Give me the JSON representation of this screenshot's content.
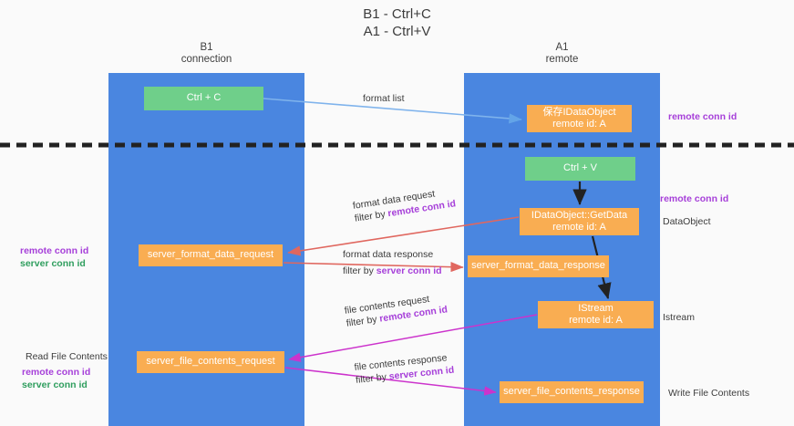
{
  "title": {
    "line1": "B1 - Ctrl+C",
    "line2": "A1 - Ctrl+V"
  },
  "lanes": [
    {
      "id": "b1",
      "name": "B1",
      "role": "connection",
      "color": "#4a86e0"
    },
    {
      "id": "a1",
      "name": "A1",
      "role": "remote",
      "color": "#4a86e0"
    }
  ],
  "colors": {
    "lane": "#4a86e0",
    "green_box": "#6fcf8a",
    "orange_box": "#f9ad52",
    "remote_conn_id": "#a63fd9",
    "server_conn_id": "#2f9e5e",
    "arrow_blue": "#63a4e8",
    "arrow_red": "#e0675f",
    "arrow_black": "#222222",
    "arrow_magenta": "#cc33cc",
    "separator": "#222222"
  },
  "boxes": {
    "ctrl_c": {
      "label": "Ctrl + C",
      "sub": ""
    },
    "ctrl_v": {
      "label": "Ctrl + V",
      "sub": ""
    },
    "idataobject": {
      "label": "保存IDataObject",
      "sub": "remote id: A"
    },
    "getdata": {
      "label": "IDataObject::GetData",
      "sub": "remote id: A"
    },
    "server_format_data_request": {
      "label": "server_format_data_request",
      "sub": ""
    },
    "server_format_data_response": {
      "label": "server_format_data_response",
      "sub": ""
    },
    "istream": {
      "label": "IStream",
      "sub": "remote id: A"
    },
    "server_file_contents_request": {
      "label": "server_file_contents_request",
      "sub": ""
    },
    "server_file_contents_response": {
      "label": "server_file_contents_response",
      "sub": ""
    }
  },
  "edge_labels": {
    "format_list": {
      "text": "format list"
    },
    "format_data_request": {
      "line1": "format data request",
      "filter_prefix": "filter by ",
      "filter_key": "remote conn id"
    },
    "format_data_response": {
      "line1": "format data response",
      "filter_prefix": "filter by ",
      "filter_key": "server conn id"
    },
    "file_contents_request": {
      "line1": "file contents request",
      "filter_prefix": "filter by ",
      "filter_key": "remote conn id"
    },
    "file_contents_response": {
      "line1": "file contents response",
      "filter_prefix": "filter by ",
      "filter_key": "server conn id"
    }
  },
  "annotations": {
    "remote_conn_id_top": "remote conn id",
    "remote_conn_id_mid": "remote conn id",
    "dataobject": "DataObject",
    "istream": "Istream",
    "write_file_contents": "Write File Contents",
    "read_file_contents": "Read File Contents",
    "left_mid_remote": "remote conn id",
    "left_mid_server": "server conn id",
    "left_low_remote": "remote conn id",
    "left_low_server": "server conn id"
  }
}
